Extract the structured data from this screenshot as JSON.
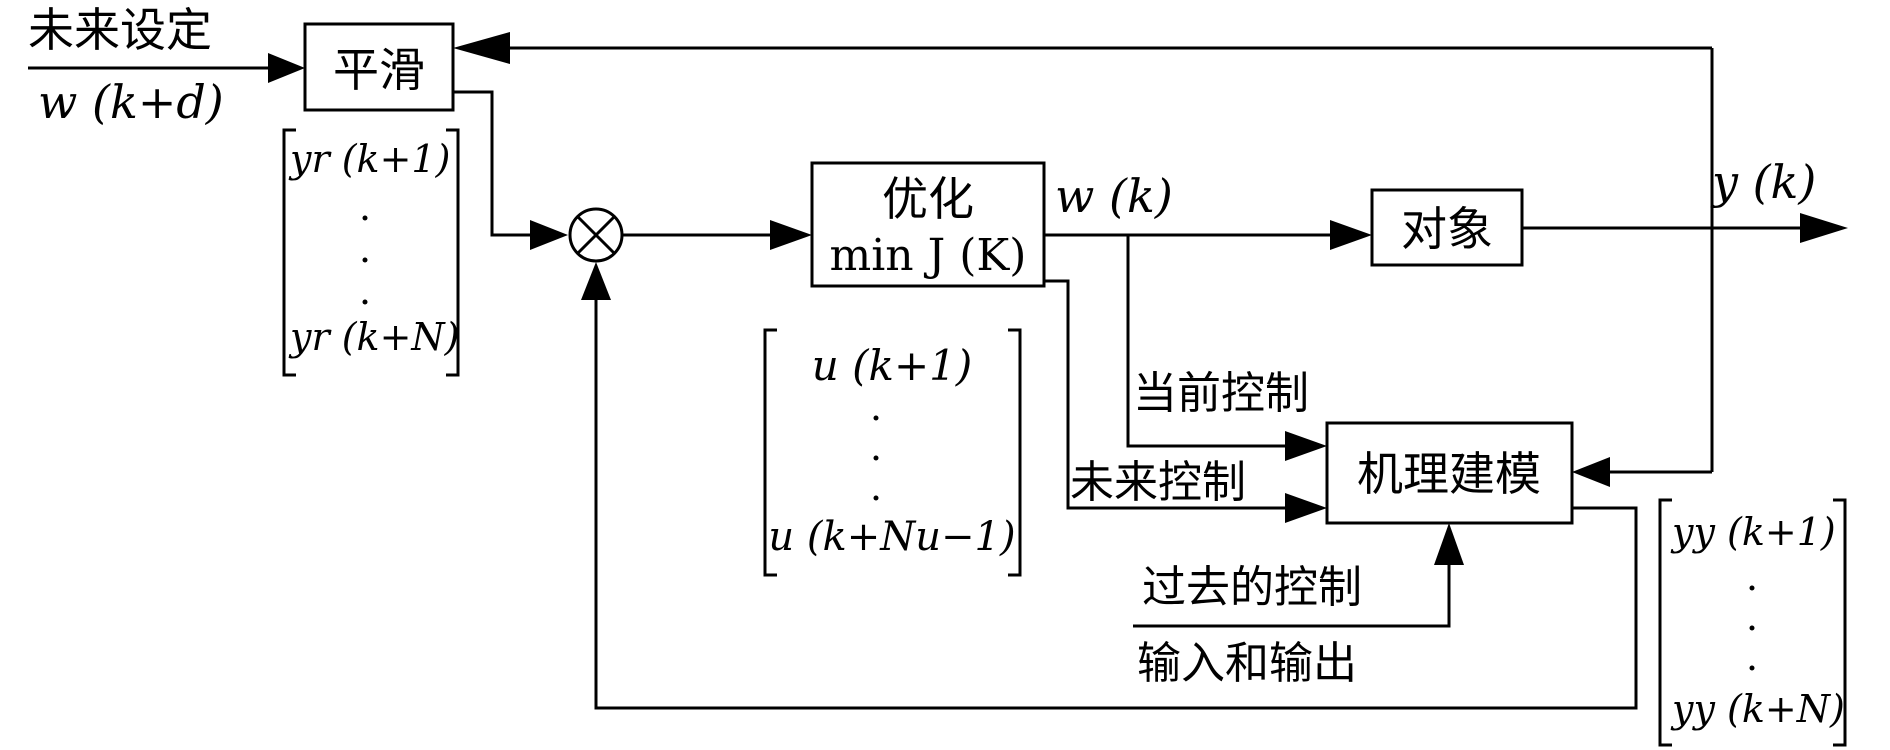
{
  "inputs": {
    "future_setpoint": "未来设定",
    "w_kd": "w (k+d)"
  },
  "blocks": {
    "smoothing": "平滑",
    "optimization_line1": "优化",
    "optimization_line2": "min J (K)",
    "plant": "对象",
    "mechanism_model": "机理建模"
  },
  "signals": {
    "w_k": "w (k)",
    "y_k": "y (k)",
    "current_control": "当前控制",
    "future_control": "未来控制",
    "past_io_line1": "过去的控制",
    "past_io_line2": "输入和输出"
  },
  "vectors": {
    "reference": {
      "top": "yr (k+1)",
      "bottom": "yr (k+N)"
    },
    "control": {
      "top": "u (k+1)",
      "bottom": "u (k+Nu−1)"
    },
    "prediction": {
      "top": "yy (k+1)",
      "bottom": "yy (k+N)"
    }
  },
  "colors": {
    "stroke": "#000000",
    "background": "#ffffff"
  }
}
